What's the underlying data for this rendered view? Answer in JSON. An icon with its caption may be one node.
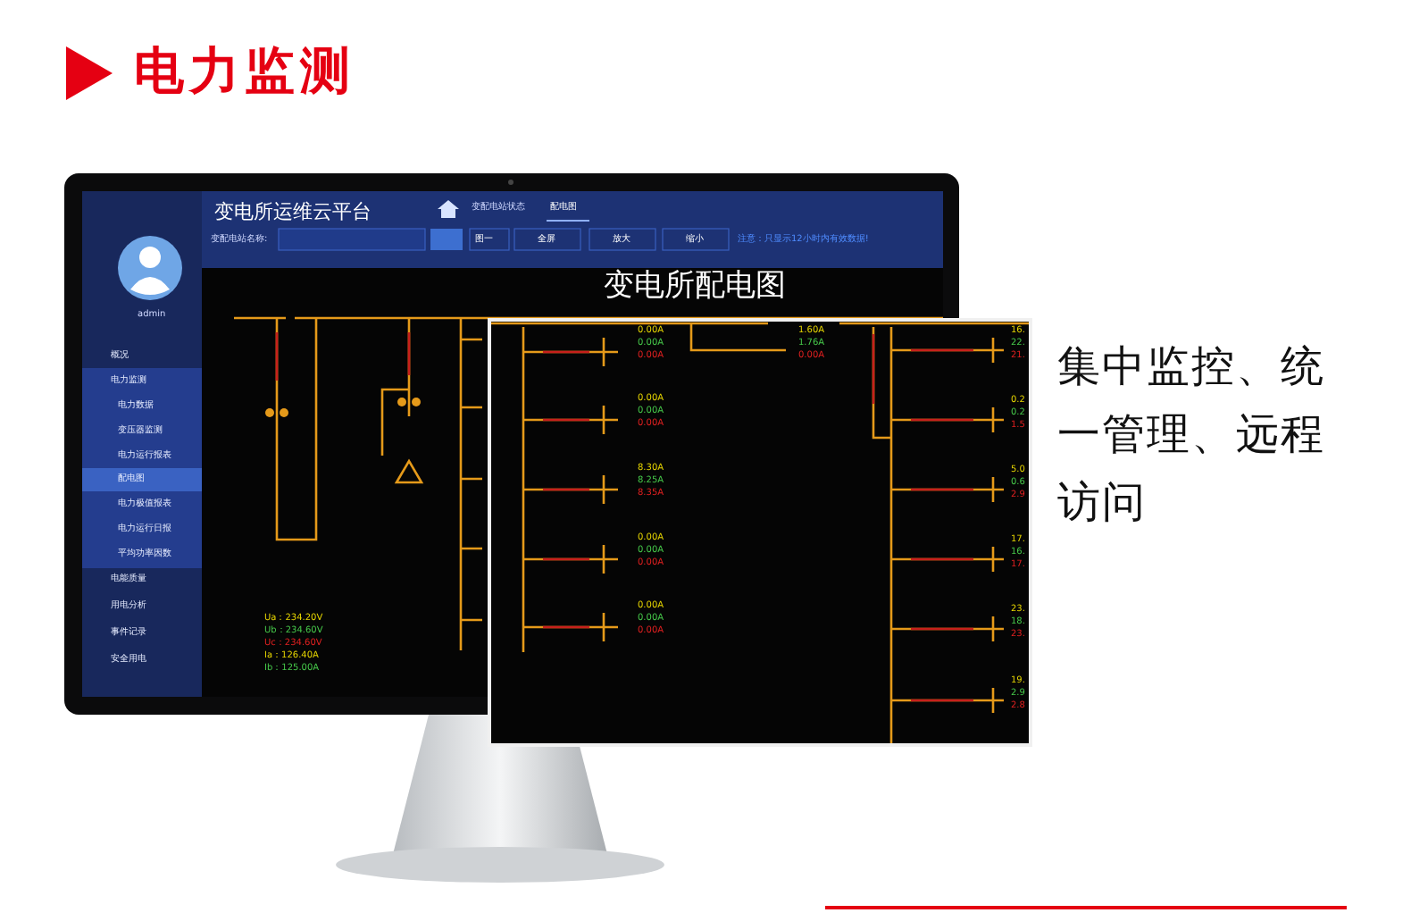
{
  "diagram": {
    "title": "电力监测",
    "labels": [
      "变电所运维云平台",
      "变配电站状态",
      "配电图",
      "变配电站名称:",
      "图一",
      "全屏",
      "放大",
      "缩小",
      "注意：只显示12小时内有效数据!",
      "admin",
      "概况",
      "电力监测",
      "电力数据",
      "变压器监测",
      "电力运行报表",
      "配电图",
      "电力极值报表",
      "电力运行日报",
      "平均功率因数",
      "电能质量",
      "用电分析",
      "事件记录",
      "安全用电",
      "变电所配电图",
      "Ua：234.20V",
      "Ub：234.60V",
      "Uc：234.60V",
      "Ia：126.40A",
      "Ib：125.00A",
      "0.00A",
      "0.00A",
      "0.00A",
      "0.00A",
      "0.00A",
      "0.00A",
      "8.30A",
      "8.25A",
      "8.35A",
      "0.00A",
      "0.00A",
      "0.00A",
      "0.00A",
      "0.00A",
      "0.00A",
      "1.60A",
      "1.76A",
      "0.00A",
      "16.",
      "22.",
      "21.",
      "0.2",
      "0.2",
      "1.5",
      "5.0",
      "0.6",
      "2.9",
      "17.",
      "16.",
      "17.",
      "23.",
      "18.",
      "23.",
      "19.",
      "2.9",
      "2.8",
      "集中监控、统一管理、远程访问"
    ]
  }
}
